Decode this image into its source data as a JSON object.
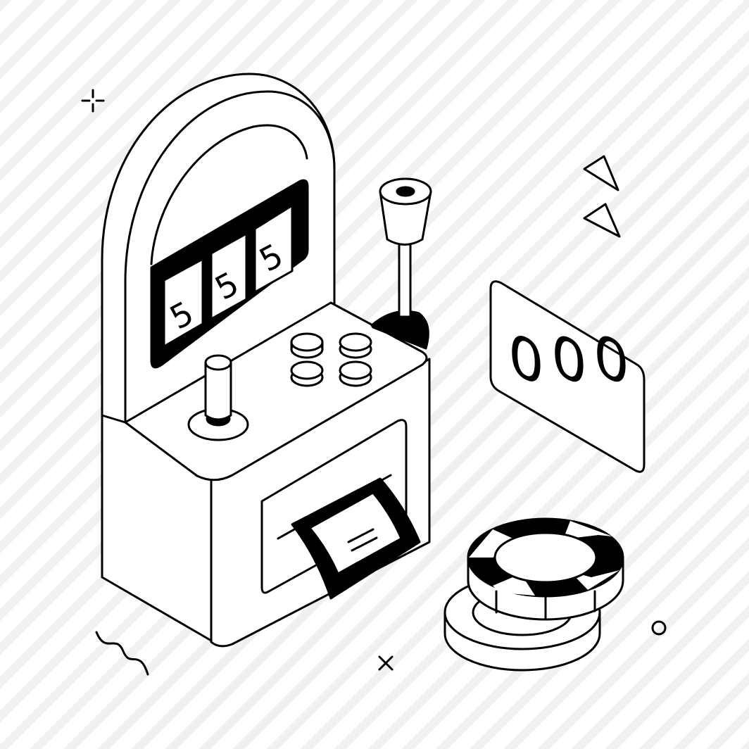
{
  "illustration": {
    "subject": "slot-machine",
    "reel_digits": [
      "5",
      "5",
      "5"
    ],
    "score_digits": [
      "0",
      "0",
      "0"
    ],
    "colors": {
      "line": "#000000",
      "background": "#ffffff",
      "stripes": "#f1f1f1"
    }
  }
}
